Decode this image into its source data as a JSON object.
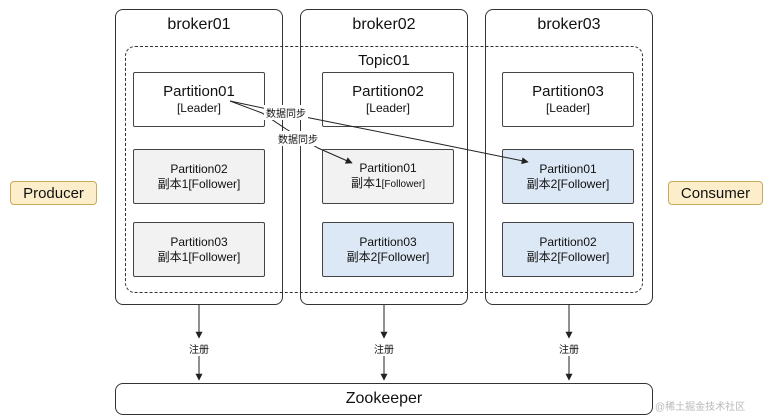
{
  "brokers": [
    {
      "title": "broker01"
    },
    {
      "title": "broker02"
    },
    {
      "title": "broker03"
    }
  ],
  "topic": {
    "label": "Topic01"
  },
  "partitions": {
    "b1_leader": {
      "name": "Partition01",
      "role": "[Leader]"
    },
    "b2_leader": {
      "name": "Partition02",
      "role": "[Leader]"
    },
    "b3_leader": {
      "name": "Partition03",
      "role": "[Leader]"
    },
    "b1_mid": {
      "name": "Partition02",
      "role": "副本1[Follower]"
    },
    "b2_mid": {
      "name": "Partition01",
      "role_prefix": "副本1",
      "role_suffix": "[Follower]"
    },
    "b3_mid": {
      "name": "Partition01",
      "role": "副本2[Follower]"
    },
    "b1_bot": {
      "name": "Partition03",
      "role": "副本1[Follower]"
    },
    "b2_bot": {
      "name": "Partition03",
      "role": "副本2[Follower]"
    },
    "b3_bot": {
      "name": "Partition02",
      "role": "副本2[Follower]"
    }
  },
  "sync_labels": [
    "数据同步",
    "数据同步"
  ],
  "register_label": "注册",
  "producer": "Producer",
  "consumer": "Consumer",
  "zookeeper": "Zookeeper",
  "watermark": "@稀土掘金技术社区",
  "colors": {
    "side_fill": "#fdeecb",
    "follower_gray": "#f2f2f2",
    "follower_blue": "#dce8f5"
  }
}
